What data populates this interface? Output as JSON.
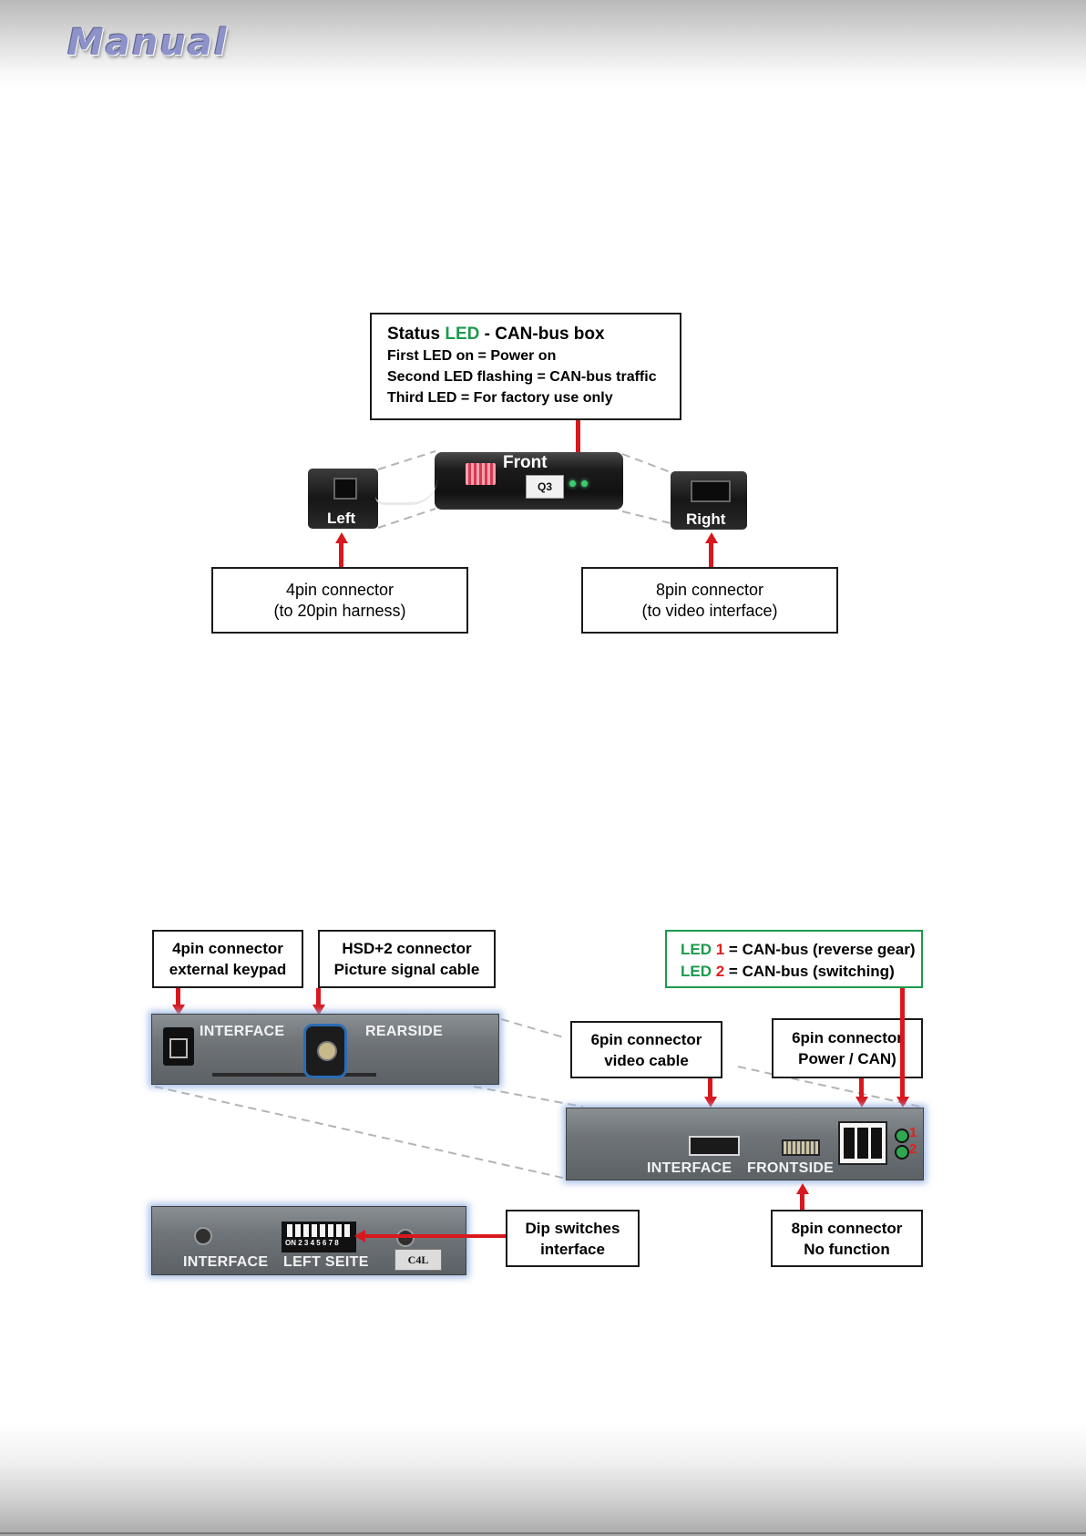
{
  "header": {
    "logo_text": "Manual"
  },
  "can_box_diagram": {
    "status_box": {
      "title_prefix": "Status ",
      "title_led": "LED",
      "title_suffix": " - CAN-bus box",
      "lines": [
        "First LED on = Power on",
        "Second LED flashing = CAN-bus traffic",
        "Third LED = For factory use only"
      ]
    },
    "device_labels": {
      "front": "Front",
      "left": "Left",
      "right": "Right",
      "chip": "Q3"
    },
    "left_connector_box": {
      "line1": "4pin connector",
      "line2": "(to 20pin harness)"
    },
    "right_connector_box": {
      "line1": "8pin connector",
      "line2": "(to video interface)"
    }
  },
  "interface_diagram": {
    "keypad_box": {
      "line1": "4pin connector",
      "line2": "external keypad"
    },
    "hsd_box": {
      "line1": "HSD+2 connector",
      "line2": "Picture signal cable"
    },
    "led_box": {
      "line1_led": "LED ",
      "line1_num": "1",
      "line1_rest": " = CAN-bus (reverse gear)",
      "line2_led": "LED ",
      "line2_num": "2",
      "line2_rest": " = CAN-bus (switching)"
    },
    "video_box": {
      "line1": "6pin connector",
      "line2": "video cable"
    },
    "power_box": {
      "line1": "6pin connector",
      "line2": "Power / CAN)"
    },
    "dip_box": {
      "line1": "Dip switches",
      "line2": "interface"
    },
    "nofunc_box": {
      "line1": "8pin connector",
      "line2": "No function"
    },
    "rear_panel": {
      "label_left": "INTERFACE",
      "label_right": "REARSIDE"
    },
    "front_panel": {
      "label_left": "INTERFACE",
      "label_right": "FRONTSIDE",
      "led1": "1",
      "led2": "2"
    },
    "left_panel": {
      "label_left": "INTERFACE",
      "label_right": "LEFT SEITE",
      "sticker": "C4L",
      "dip_numbers": "ON 2 3 4 5 6 7 8"
    }
  },
  "colors": {
    "accent_green": "#1c9a4c",
    "accent_red": "#e0201c",
    "arrow_red": "#d9181e"
  }
}
